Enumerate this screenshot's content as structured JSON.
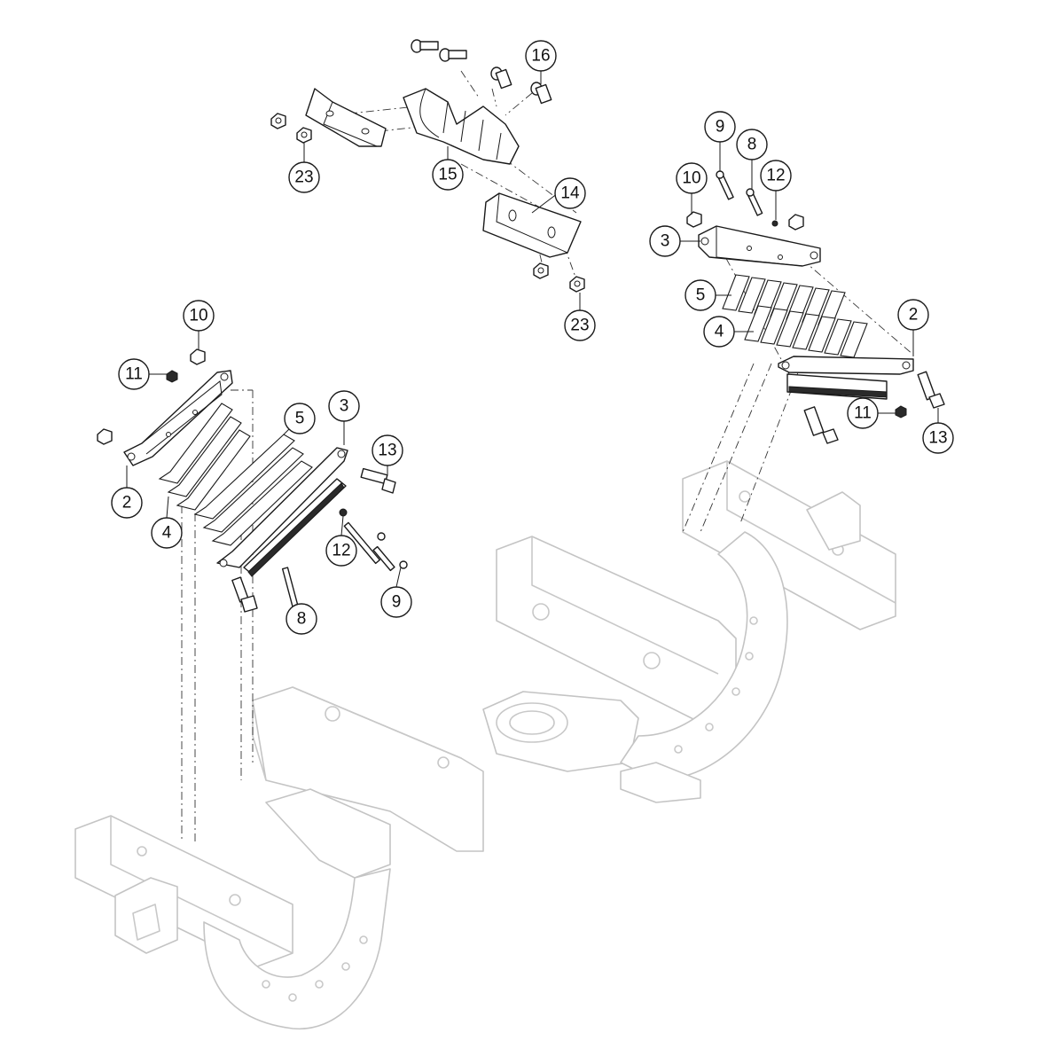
{
  "callouts": [
    {
      "id": "16",
      "label": "16"
    },
    {
      "id": "23a",
      "label": "23"
    },
    {
      "id": "15",
      "label": "15"
    },
    {
      "id": "14",
      "label": "14"
    },
    {
      "id": "23b",
      "label": "23"
    },
    {
      "id": "9r",
      "label": "9"
    },
    {
      "id": "8r",
      "label": "8"
    },
    {
      "id": "10r",
      "label": "10"
    },
    {
      "id": "12r",
      "label": "12"
    },
    {
      "id": "3r",
      "label": "3"
    },
    {
      "id": "5r",
      "label": "5"
    },
    {
      "id": "4r",
      "label": "4"
    },
    {
      "id": "2r",
      "label": "2"
    },
    {
      "id": "11r",
      "label": "11"
    },
    {
      "id": "13r",
      "label": "13"
    },
    {
      "id": "10l",
      "label": "10"
    },
    {
      "id": "11l",
      "label": "11"
    },
    {
      "id": "5l",
      "label": "5"
    },
    {
      "id": "3l",
      "label": "3"
    },
    {
      "id": "13l",
      "label": "13"
    },
    {
      "id": "2l",
      "label": "2"
    },
    {
      "id": "4l",
      "label": "4"
    },
    {
      "id": "12l",
      "label": "12"
    },
    {
      "id": "9l",
      "label": "9"
    },
    {
      "id": "8l",
      "label": "8"
    }
  ]
}
